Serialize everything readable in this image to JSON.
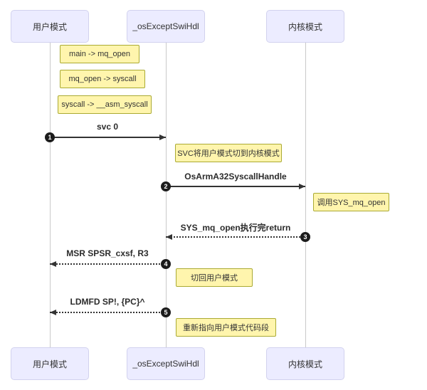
{
  "diagram_type": "sequence-diagram",
  "participants": [
    {
      "label": "用户模式"
    },
    {
      "label": "_osExceptSwiHdl"
    },
    {
      "label": "内核模式"
    }
  ],
  "messages": [
    {
      "num": "1",
      "label": "svc 0",
      "from": "用户模式",
      "to": "_osExceptSwiHdl",
      "line": "solid"
    },
    {
      "num": "2",
      "label": "OsArmA32SyscallHandle",
      "from": "_osExceptSwiHdl",
      "to": "内核模式",
      "line": "solid"
    },
    {
      "num": "3",
      "label": "SYS_mq_open执行完return",
      "from": "内核模式",
      "to": "_osExceptSwiHdl",
      "line": "dotted"
    },
    {
      "num": "4",
      "label": "MSR SPSR_cxsf, R3",
      "from": "_osExceptSwiHdl",
      "to": "用户模式",
      "line": "dotted"
    },
    {
      "num": "5",
      "label": "LDMFD SP!, {PC}^",
      "from": "_osExceptSwiHdl",
      "to": "用户模式",
      "line": "dotted"
    }
  ],
  "notes": [
    {
      "label": "main -> mq_open"
    },
    {
      "label": "mq_open -> syscall"
    },
    {
      "label": "syscall -> __asm_syscall"
    },
    {
      "label": "SVC将用户模式切到内核模式"
    },
    {
      "label": "调用SYS_mq_open"
    },
    {
      "label": "切回用户模式"
    },
    {
      "label": "重新指向用户模式代码段"
    }
  ],
  "colors": {
    "actor_fill": "#ececff",
    "actor_border": "#d2d2ee",
    "note_fill": "#fff5ad",
    "note_border": "#aaaa33",
    "arrow": "#333333",
    "lifeline": "#c9c9c9",
    "number_badge_bg": "#1c1c1c",
    "number_badge_text": "#ffffff",
    "background": "#ffffff"
  }
}
